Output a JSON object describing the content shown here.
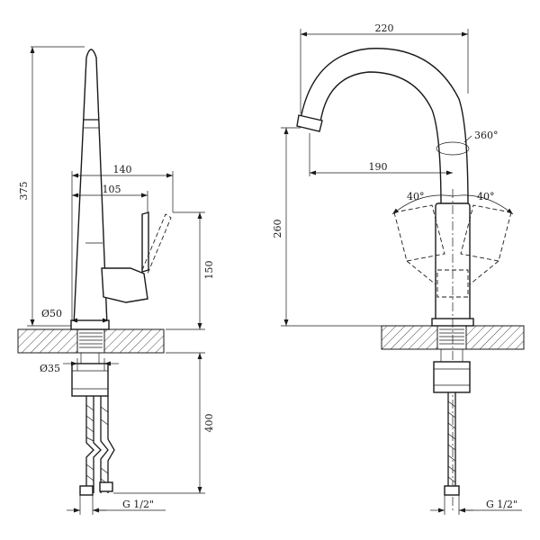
{
  "side_view": {
    "height_total": "375",
    "reach": "140",
    "handle_offset": "105",
    "handle_height": "150",
    "base_diameter": "Ø50",
    "shank_diameter": "Ø35",
    "hose_length": "400",
    "connection": "G 1/2\""
  },
  "front_view": {
    "width_total": "220",
    "swivel": "360°",
    "spout_reach": "190",
    "spout_height": "260",
    "handle_angle_left": "40°",
    "handle_angle_right": "40°",
    "connection": "G 1/2\""
  }
}
